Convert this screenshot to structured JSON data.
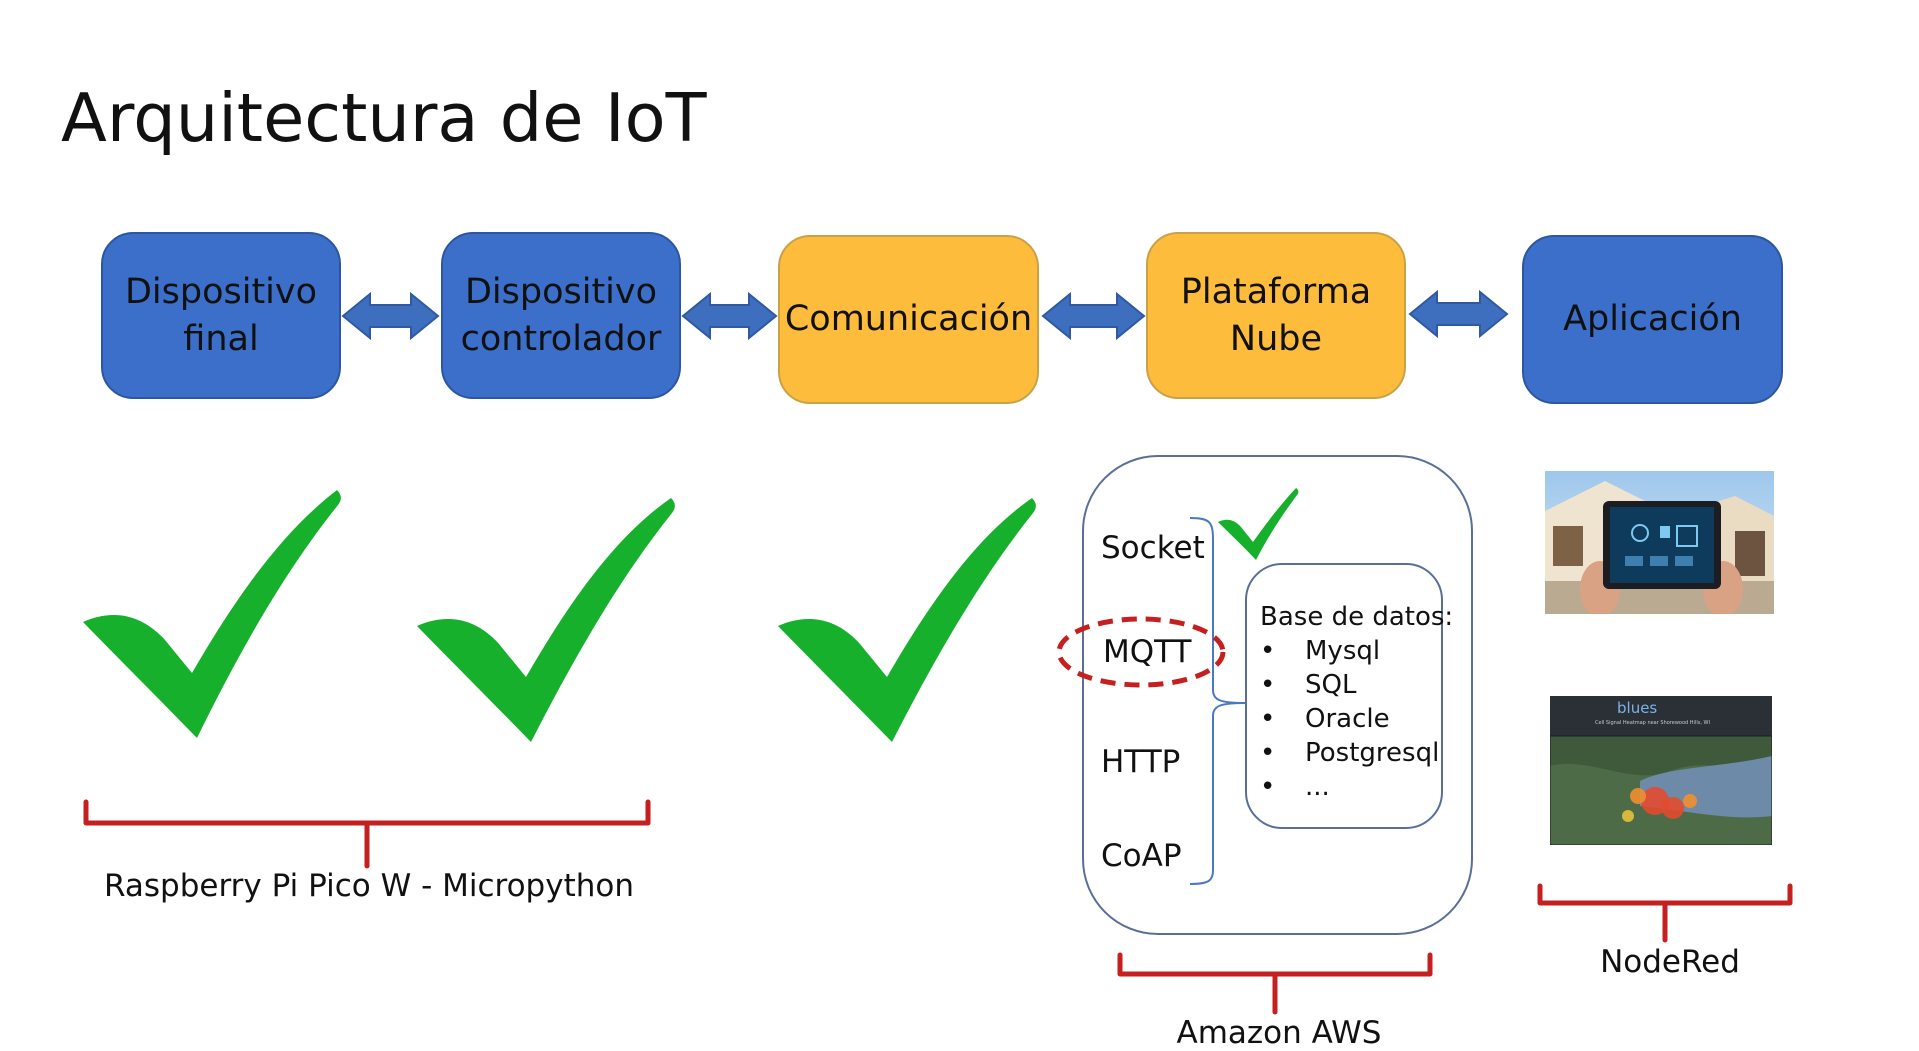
{
  "title": "Arquitectura de IoT",
  "blocks": [
    {
      "id": "dispositivo-final",
      "label": "Dispositivo\nfinal",
      "color": "#3b6fc9"
    },
    {
      "id": "dispositivo-controlador",
      "label": "Dispositivo\ncontrolador",
      "color": "#3b6fc9"
    },
    {
      "id": "comunicacion",
      "label": "Comunicación",
      "color": "#fdbc3b"
    },
    {
      "id": "plataforma-nube",
      "label": "Plataforma\nNube",
      "color": "#fdbc3b"
    },
    {
      "id": "aplicacion",
      "label": "Aplicación",
      "color": "#3b6fc9"
    }
  ],
  "protocols": [
    "Socket",
    "MQTT",
    "HTTP",
    "CoAP"
  ],
  "database": {
    "title": "Base de datos:",
    "items": [
      "Mysql",
      "SQL",
      "Oracle",
      "Postgresql",
      "..."
    ]
  },
  "group_labels": {
    "raspberry": "Raspberry Pi Pico W - Micropython",
    "aws": "Amazon AWS",
    "nodered": "NodeRed"
  },
  "app_images": {
    "heatmap_brand": "blues",
    "heatmap_subtitle": "Cell Signal Heatmap near Shorewood Hills, WI"
  },
  "colors": {
    "blue_block": "#3b6fc9",
    "yellow_block": "#fdbc3b",
    "arrow": "#3e6fbf",
    "check": "#17b02c",
    "bracket": "#c51f1f",
    "mqtt_highlight": "#c51f1f"
  }
}
